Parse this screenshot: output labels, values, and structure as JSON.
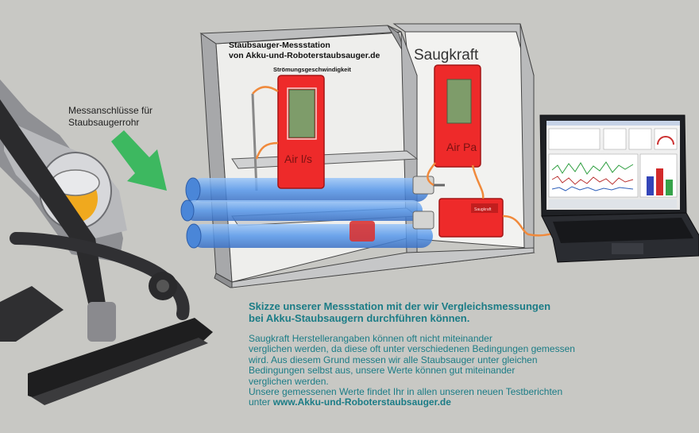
{
  "station": {
    "title_line1": "Staubsauger-Messstation",
    "title_line2": "von Akku-und-Roboterstaubsauger.de",
    "flow_heading": "Strömungsgeschwindigkeit",
    "suction_heading": "Saugkraft"
  },
  "meters": {
    "flow_label": "Air l/s",
    "pressure_label": "Air Pa",
    "controller_label": "Saugkraft"
  },
  "arrow_label": {
    "line1": "Messanschlüsse für",
    "line2": "Staubsaugerrohr"
  },
  "caption": {
    "title_line1": "Skizze unserer Messstation mit der wir Vergleichsmessungen",
    "title_line2": "bei Akku-Staubsaugern durchführen können.",
    "body_lines": [
      "Saugkraft Herstellerangaben können oft nicht miteinander",
      "verglichen werden, da diese oft unter verschiedenen Bedingungen gemessen",
      "wird. Aus diesem Grund messen wir alle Staubsauger unter gleichen",
      "Bedingungen selbst aus, unsere Werte können gut miteinander",
      "verglichen werden.",
      "Unsere gemessenen Werte findet Ihr in allen unseren neuen Testberichten"
    ],
    "last_prefix": "unter ",
    "url": "www.Akku-und-Roboterstaubsauger.de"
  },
  "colors": {
    "background": "#c8c8c4",
    "caption_text": "#1b7c86",
    "meter_red": "#ee2a2a",
    "arrow_green": "#3db860",
    "tube_blue": "#5aa0f0"
  }
}
